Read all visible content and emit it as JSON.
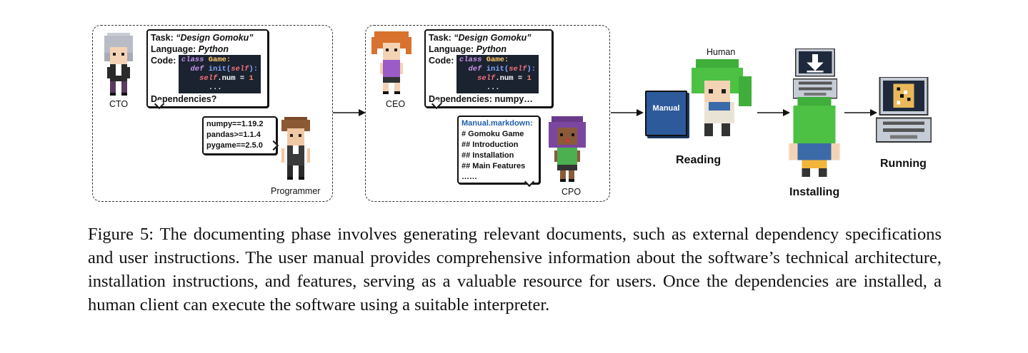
{
  "figure": {
    "panel1": {
      "cto_label": "CTO",
      "programmer_label": "Programmer",
      "task_prefix": "Task: ",
      "task_value": "“Design Gomoku”",
      "language_prefix": "Language: ",
      "language_value": "Python",
      "code_prefix": "Code: ",
      "code_lines": [
        "class Game:",
        "def init(self):",
        "self.num = 1",
        "..."
      ],
      "dependencies_question": "Dependencies?",
      "requirements": [
        "numpy==1.19.2",
        "pandas>=1.1.4",
        "pygame==2.5.0"
      ]
    },
    "panel2": {
      "ceo_label": "CEO",
      "cpo_label": "CPO",
      "task_prefix": "Task: ",
      "task_value": "“Design Gomoku”",
      "language_prefix": "Language: ",
      "language_value": "Python",
      "code_prefix": "Code: ",
      "dependencies_line": "Dependencies: numpy…",
      "manual_title": "Manual.markdown:",
      "manual_lines": [
        "# Gomoku Game",
        "## Introduction",
        "## Installation",
        "## Main Features",
        "……"
      ]
    },
    "flow": {
      "manual_book_label": "Manual",
      "human_label": "Human",
      "reading_label": "Reading",
      "installing_label": "Installing",
      "running_label": "Running"
    },
    "colors": {
      "manual_book": "#2d5a9a",
      "human_hair": "#3fae3a",
      "code_bg": "#1b2230"
    }
  },
  "caption": {
    "text": "Figure 5: The documenting phase involves generating relevant documents, such as external dependency specifications and user instructions. The user manual provides comprehensive information about the software’s technical architecture, installation instructions, and features, serving as a valuable resource for users. Once the dependencies are installed, a human client can execute the software using a suitable interpreter."
  }
}
